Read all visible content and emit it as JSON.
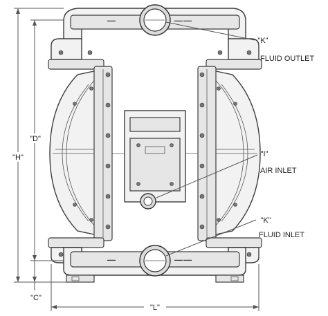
{
  "callouts": {
    "fluid_outlet": {
      "code": "\"K\"",
      "text": "FLUID OUTLET"
    },
    "air_inlet": {
      "code": "\"I\"",
      "text": "AIR INLET"
    },
    "fluid_inlet": {
      "code": "\"K\"",
      "text": "FLUID INLET"
    }
  },
  "dimensions": {
    "H": "\"H\"",
    "D": "\"D\"",
    "C": "\"C\"",
    "L": "\"L\""
  },
  "colors": {
    "line": "#3c3c3c",
    "fill": "#f2f2f2",
    "text": "#222222"
  }
}
